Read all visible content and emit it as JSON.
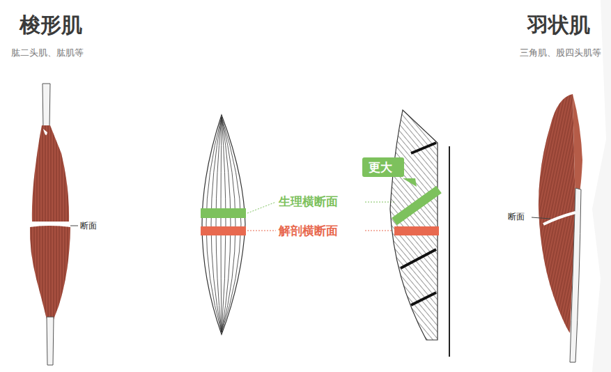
{
  "diagram": {
    "nodes": [
      {
        "text": [
          "更大"
        ]
      }
    ],
    "labels": [
      "梭形肌",
      "肱二头肌、肱肌等",
      "羽状肌",
      "三角肌、股四头肌等",
      "断面",
      "生理横断面",
      "解剖横断面",
      "断面"
    ]
  }
}
